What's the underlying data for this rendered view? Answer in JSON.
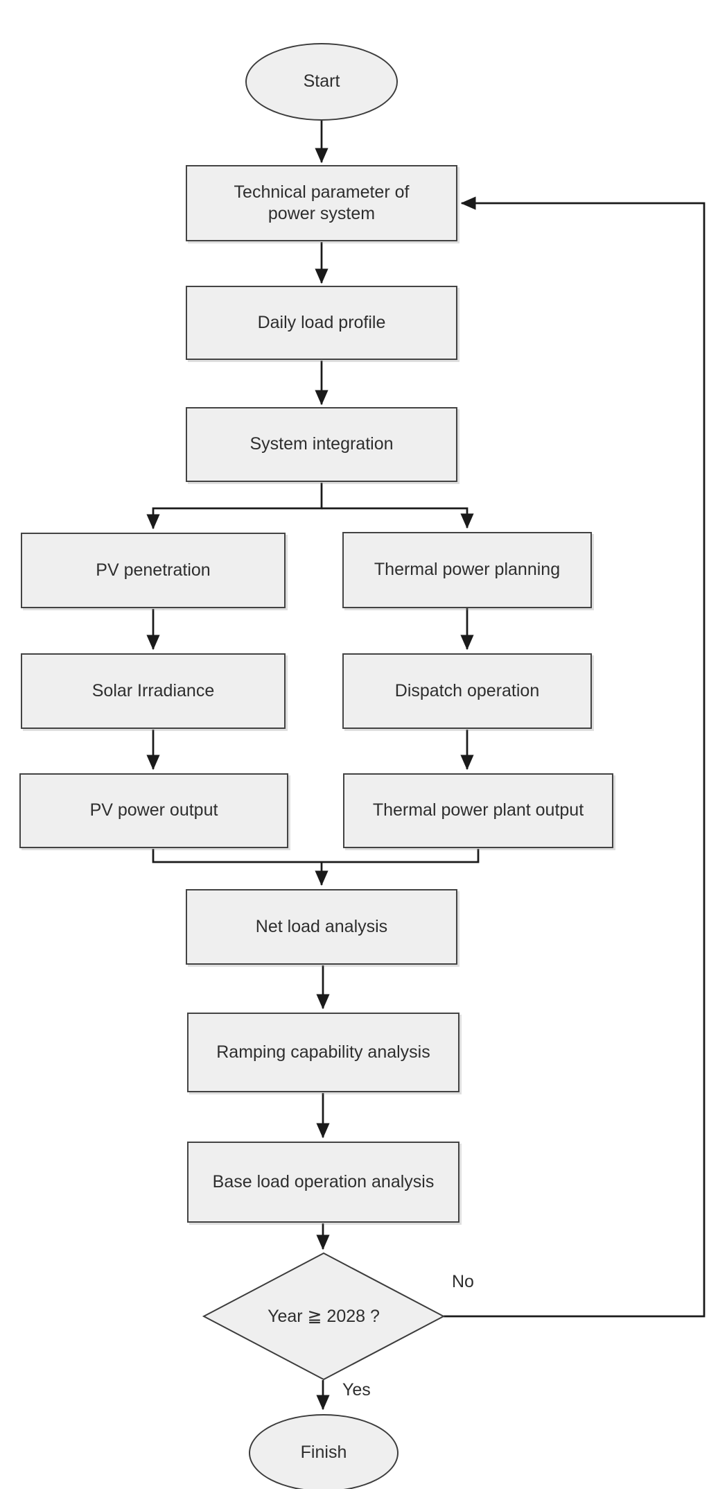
{
  "diagram": {
    "type": "flowchart",
    "nodes": {
      "start": {
        "label": "Start",
        "shape": "terminator"
      },
      "tech_param": {
        "label": "Technical parameter of\npower system",
        "shape": "process"
      },
      "daily_load": {
        "label": "Daily load profile",
        "shape": "process"
      },
      "system_integration": {
        "label": "System integration",
        "shape": "process"
      },
      "pv_penetration": {
        "label": "PV penetration",
        "shape": "process"
      },
      "thermal_planning": {
        "label": "Thermal power planning",
        "shape": "process"
      },
      "solar_irradiance": {
        "label": "Solar Irradiance",
        "shape": "process"
      },
      "dispatch_operation": {
        "label": "Dispatch operation",
        "shape": "process"
      },
      "pv_output": {
        "label": "PV power output",
        "shape": "process"
      },
      "thermal_output": {
        "label": "Thermal power plant output",
        "shape": "process"
      },
      "net_load": {
        "label": "Net load analysis",
        "shape": "process"
      },
      "ramping": {
        "label": "Ramping capability analysis",
        "shape": "process"
      },
      "base_load": {
        "label": "Base load operation analysis",
        "shape": "process"
      },
      "decision": {
        "label": "Year ≧ 2028 ?",
        "shape": "decision"
      },
      "finish": {
        "label": "Finish",
        "shape": "terminator"
      }
    },
    "edge_labels": {
      "no": "No",
      "yes": "Yes"
    },
    "edges": [
      {
        "from": "start",
        "to": "tech_param"
      },
      {
        "from": "tech_param",
        "to": "daily_load"
      },
      {
        "from": "daily_load",
        "to": "system_integration"
      },
      {
        "from": "system_integration",
        "to": "pv_penetration"
      },
      {
        "from": "system_integration",
        "to": "thermal_planning"
      },
      {
        "from": "pv_penetration",
        "to": "solar_irradiance"
      },
      {
        "from": "solar_irradiance",
        "to": "pv_output"
      },
      {
        "from": "thermal_planning",
        "to": "dispatch_operation"
      },
      {
        "from": "dispatch_operation",
        "to": "thermal_output"
      },
      {
        "from": "pv_output",
        "to": "net_load"
      },
      {
        "from": "thermal_output",
        "to": "net_load"
      },
      {
        "from": "net_load",
        "to": "ramping"
      },
      {
        "from": "ramping",
        "to": "base_load"
      },
      {
        "from": "base_load",
        "to": "decision"
      },
      {
        "from": "decision",
        "to": "tech_param",
        "label": "No"
      },
      {
        "from": "decision",
        "to": "finish",
        "label": "Yes"
      }
    ],
    "colors": {
      "background": "#ffffff",
      "node_fill": "#efefef",
      "node_border": "#3c3c3c",
      "line": "#1a1a1a",
      "text": "#2e2e2e"
    }
  }
}
